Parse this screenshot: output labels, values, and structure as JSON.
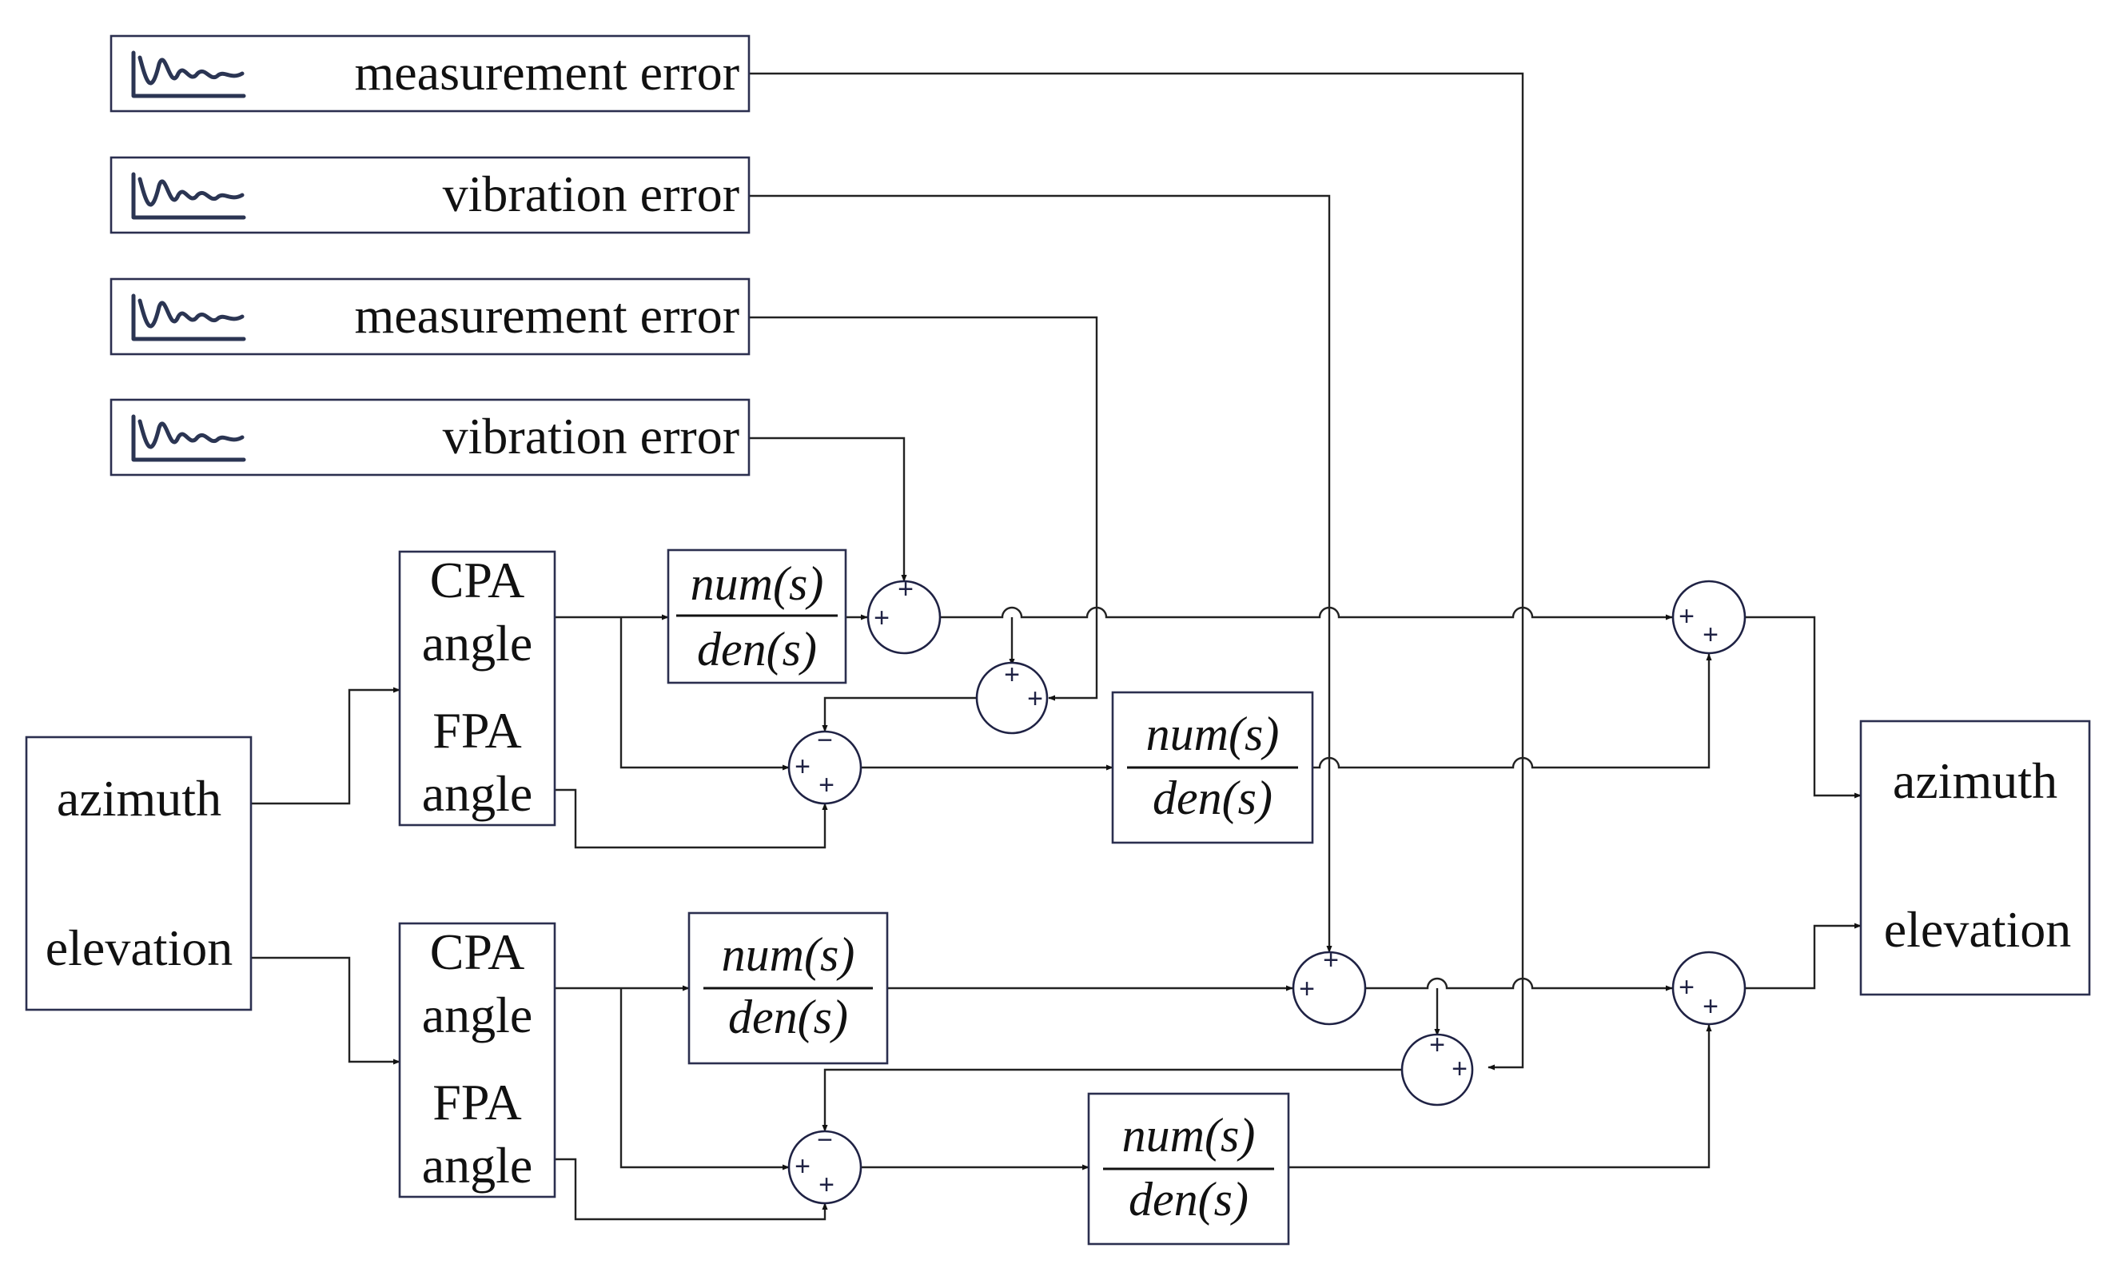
{
  "sources": [
    {
      "label": "measurement error",
      "icon": "noise-signal-icon"
    },
    {
      "label": "vibration error",
      "icon": "noise-signal-icon"
    },
    {
      "label": "measurement error",
      "icon": "noise-signal-icon"
    },
    {
      "label": "vibration error",
      "icon": "noise-signal-icon"
    }
  ],
  "input": {
    "azimuth": "azimuth",
    "elevation": "elevation"
  },
  "splitters": [
    {
      "cpa_1": "CPA",
      "cpa_2": "angle",
      "fpa_1": "FPA",
      "fpa_2": "angle"
    },
    {
      "cpa_1": "CPA",
      "cpa_2": "angle",
      "fpa_1": "FPA",
      "fpa_2": "angle"
    }
  ],
  "transfer": {
    "num": "num(s)",
    "den": "den(s)"
  },
  "output": {
    "azimuth": "azimuth",
    "elevation": "elevation"
  },
  "signs": {
    "plus": "+",
    "minus": "−"
  }
}
